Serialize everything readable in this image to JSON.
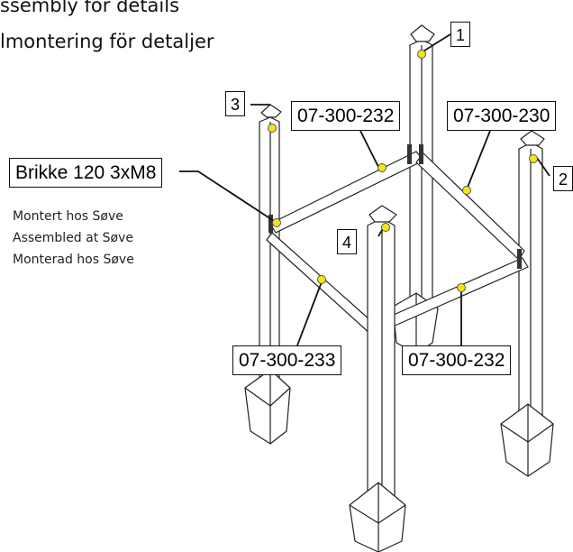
{
  "header": {
    "line1": "ssembly for details",
    "line2": "lmontering för detaljer"
  },
  "assembly_note": {
    "line1": "Montert hos Søve",
    "line2": "Assembled at Søve",
    "line3": "Monterad hos Søve"
  },
  "callouts": {
    "bracket": "Brikke 120 3xM8",
    "top_left_beam": "07-300-232",
    "top_right_beam": "07-300-230",
    "bottom_left_beam": "07-300-233",
    "bottom_right_beam": "07-300-232"
  },
  "post_numbers": {
    "p1": "1",
    "p2": "2",
    "p3": "3",
    "p4": "4"
  },
  "colors": {
    "marker": "#f5e418",
    "outline": "#111111"
  }
}
